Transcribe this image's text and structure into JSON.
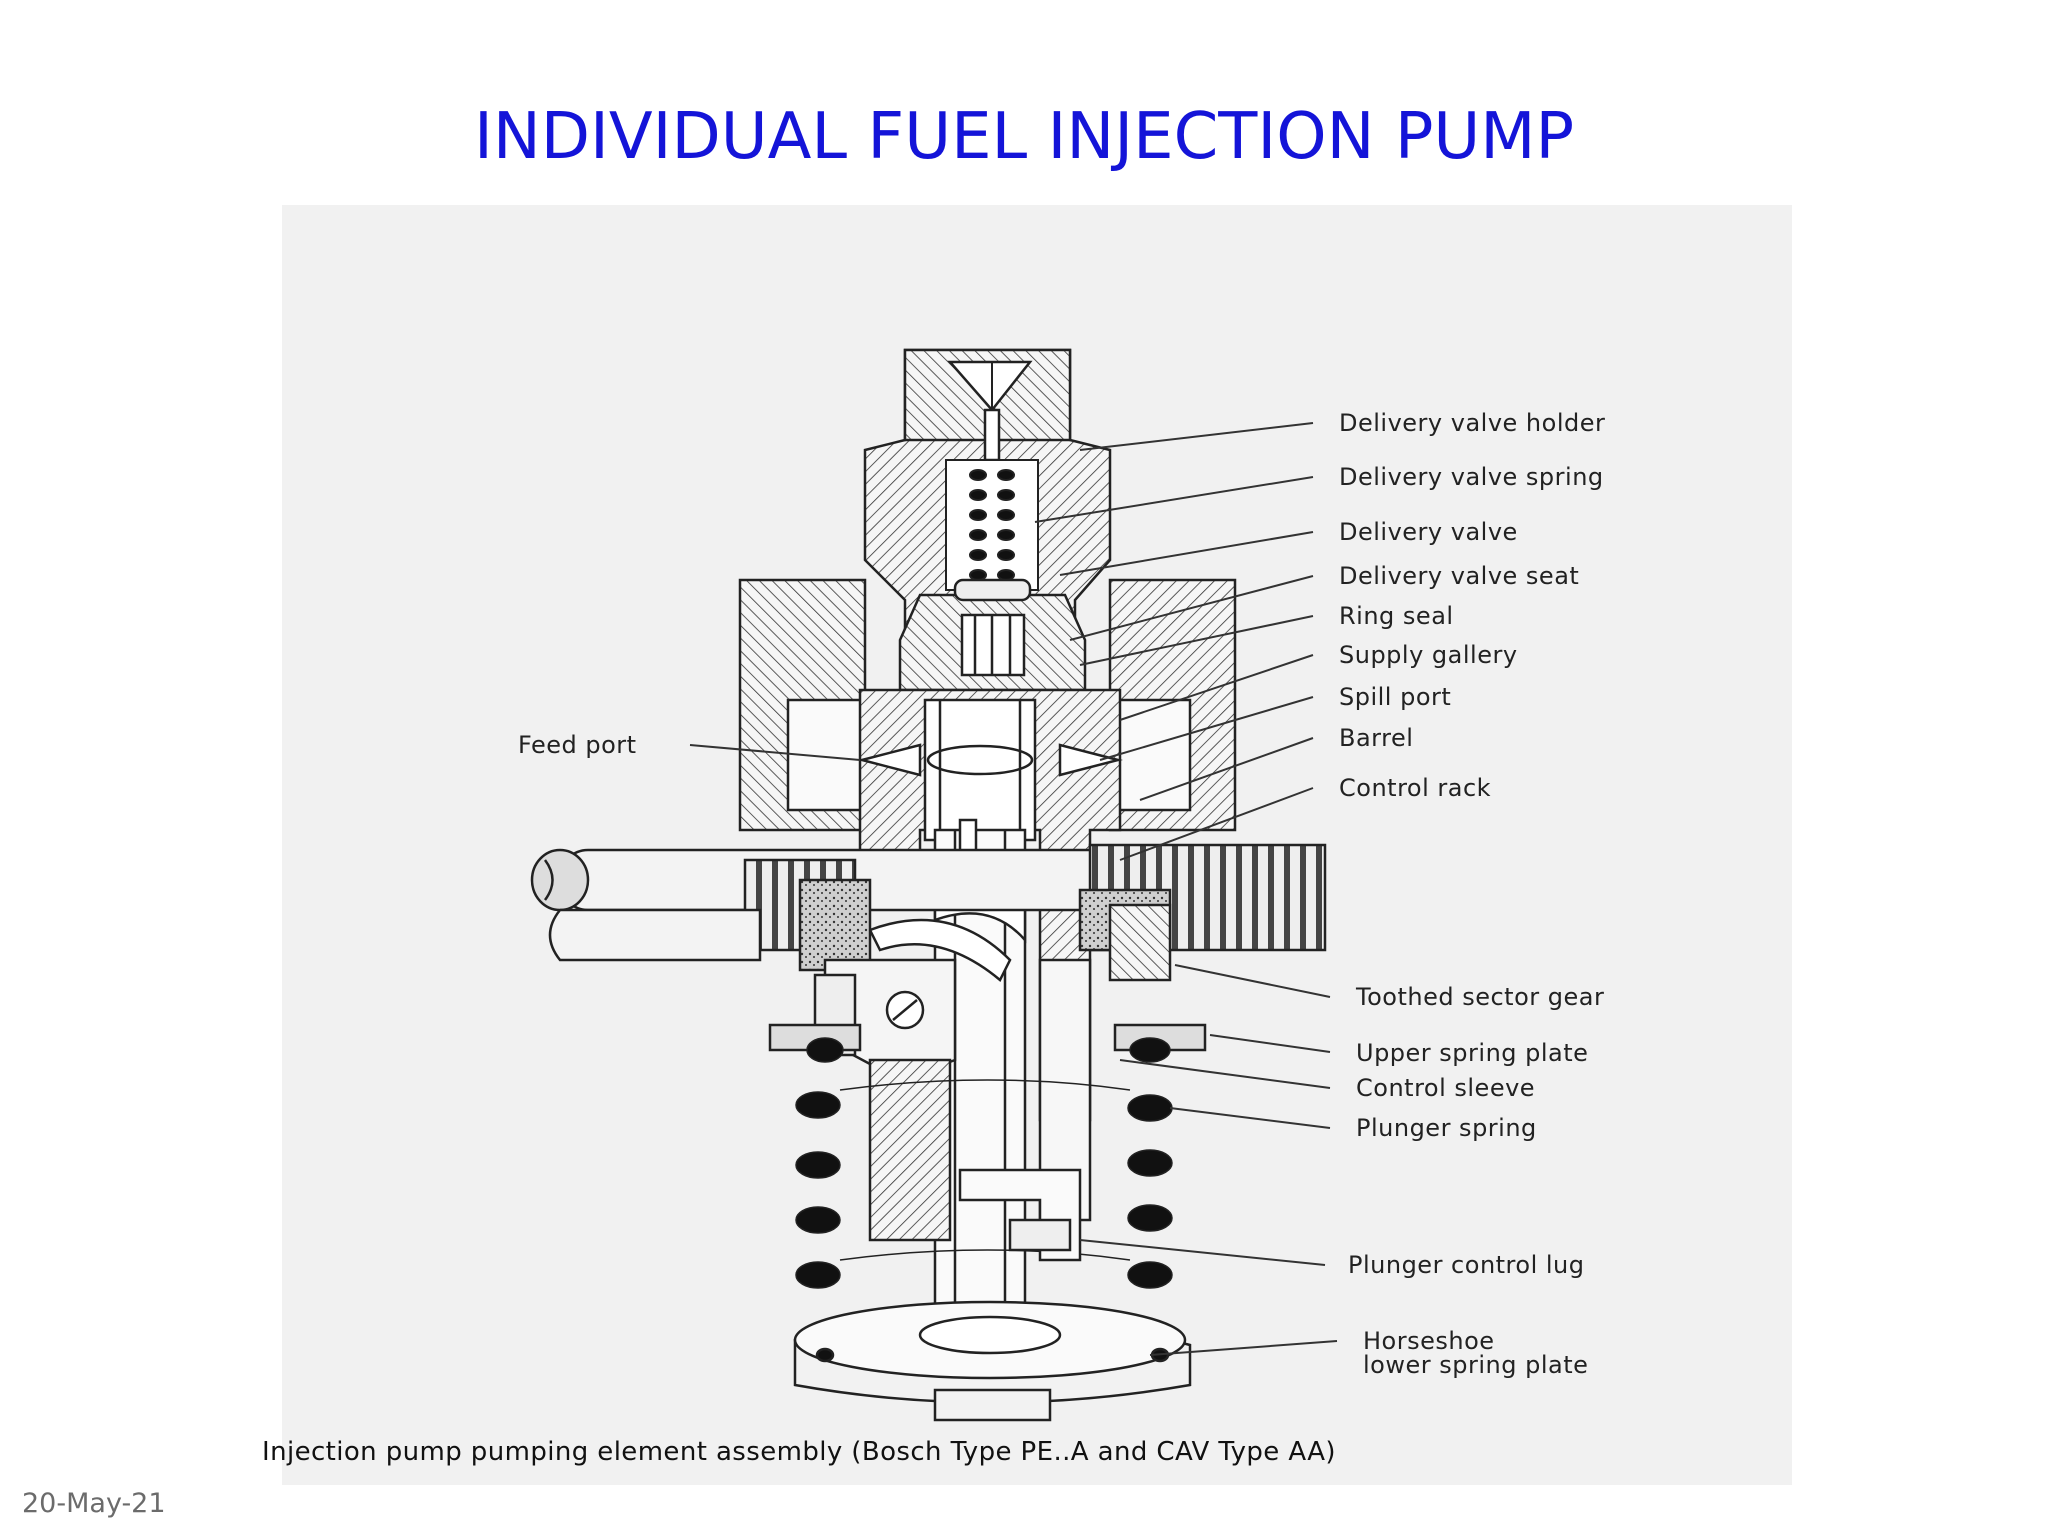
{
  "slide": {
    "title": "INDIVIDUAL FUEL INJECTION PUMP",
    "date": "20-May-21"
  },
  "figure": {
    "caption": "Injection pump pumping element assembly (Bosch Type PE..A and CAV Type AA)",
    "labels": {
      "delivery_valve_holder": "Delivery valve holder",
      "delivery_valve_spring": "Delivery valve spring",
      "delivery_valve": "Delivery valve",
      "delivery_valve_seat": "Delivery valve seat",
      "ring_seal": "Ring seal",
      "supply_gallery": "Supply gallery",
      "spill_port": "Spill port",
      "barrel": "Barrel",
      "control_rack": "Control rack",
      "feed_port": "Feed port",
      "toothed_sector_gear": "Toothed sector gear",
      "upper_spring_plate": "Upper spring plate",
      "control_sleeve": "Control sleeve",
      "plunger_spring": "Plunger spring",
      "plunger_control_lug": "Plunger control lug",
      "horseshoe_line1": "Horseshoe",
      "horseshoe_line2": "lower spring plate"
    }
  }
}
